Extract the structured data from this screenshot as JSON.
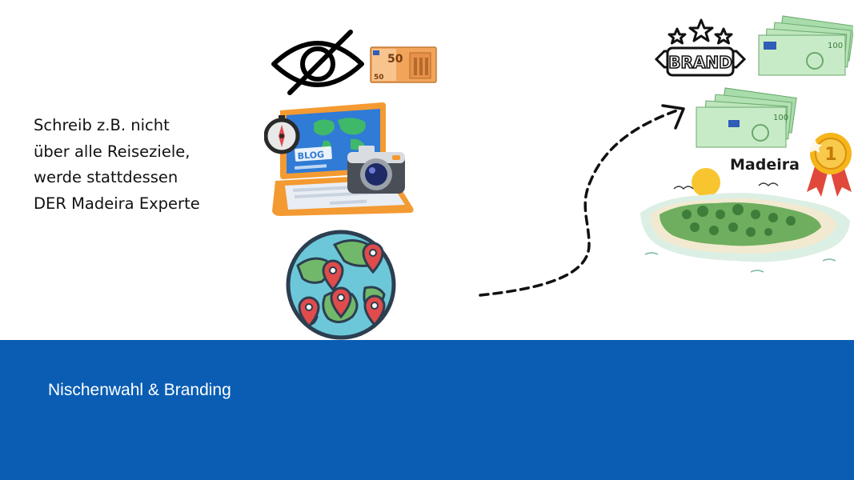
{
  "slide": {
    "body_lines": [
      "Schreib z.B. nicht",
      "über alle Reiseziele,",
      "werde stattdessen",
      "DER Madeira Experte"
    ],
    "footer_title": "Nischenwahl & Branding"
  },
  "illustrations": {
    "banknote_small_value": "50",
    "brand_badge_text": "BRAND",
    "banknote_stack_value": "100",
    "madeira_label": "Madeira",
    "medal_number": "1"
  },
  "colors": {
    "footer_blue": "#0a5db3",
    "euro_green": "#9fd9a0",
    "pin_red": "#e04b4b",
    "globe_water": "#6cc8d8",
    "globe_land": "#72b86b",
    "laptop_orange": "#f49a32",
    "screen_blue": "#2f7bd6",
    "medal_gold": "#f6b51a"
  },
  "icons": [
    "eye-slash-icon",
    "banknote-icon",
    "laptop-blog-icon",
    "camera-icon",
    "compass-icon",
    "globe-pins-icon",
    "brand-badge-icon",
    "star-icon",
    "medal-icon",
    "island-icon",
    "sun-icon"
  ]
}
